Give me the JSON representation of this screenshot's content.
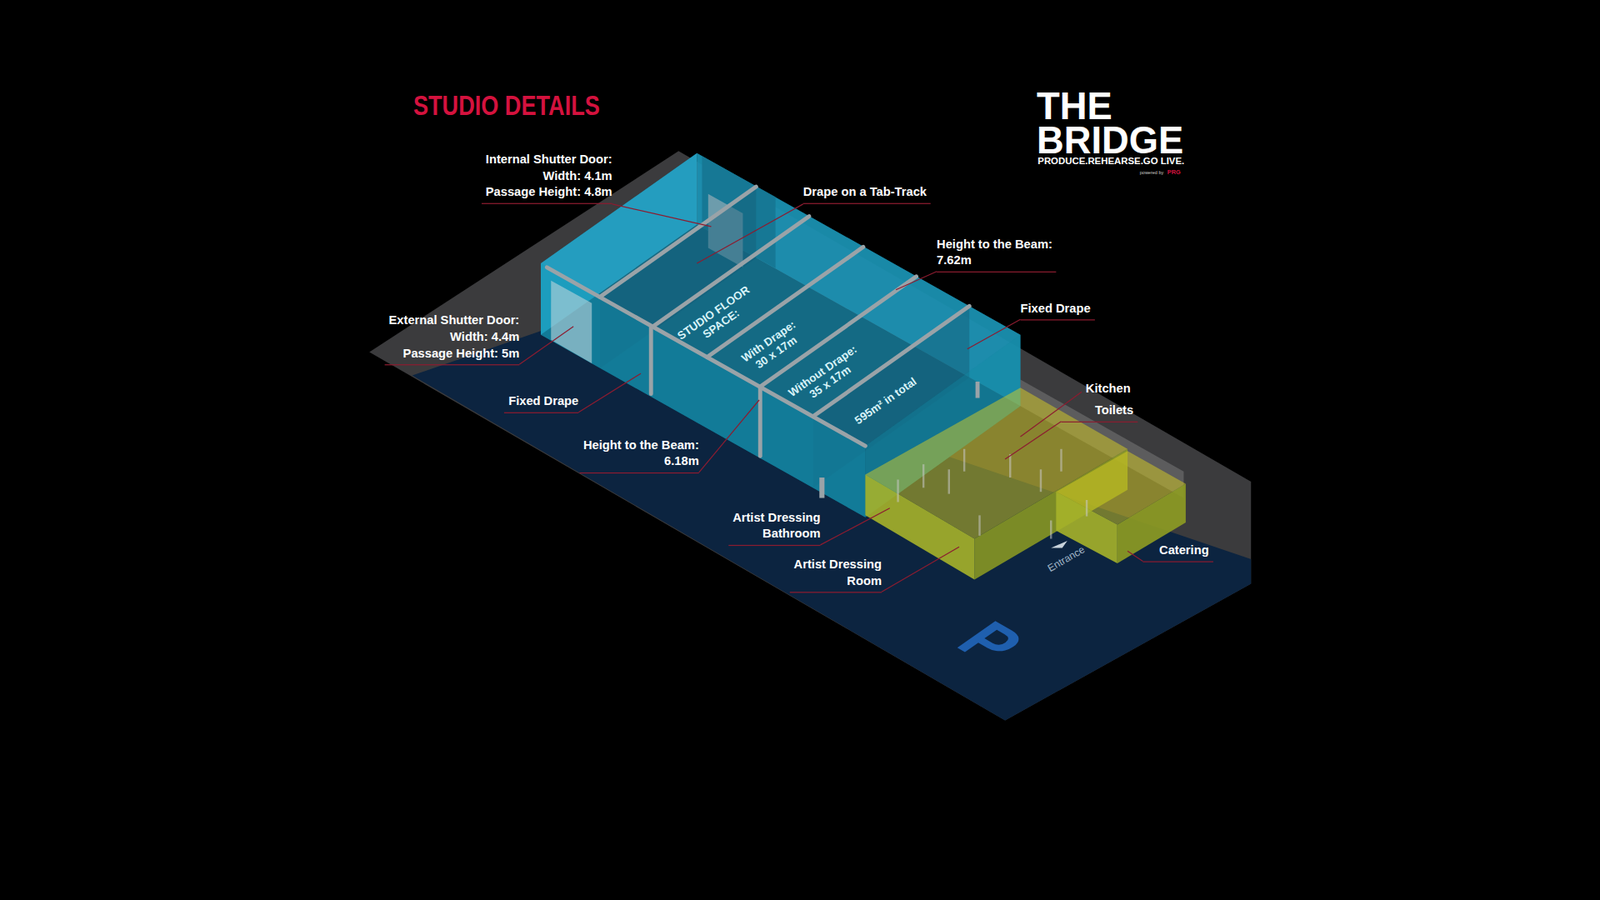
{
  "diagram": {
    "title": "STUDIO DETAILS",
    "labels": [
      "Internal Shutter Door:",
      "Width: 4.1m",
      "Passage Height: 4.8m",
      "Drape on a Tab-Track",
      "Height to the Beam:",
      "7.62m",
      "Fixed Drape",
      "External Shutter Door:",
      "Width: 4.4m",
      "Passage Height: 5m",
      "Fixed Drape",
      "Height to the Beam:",
      "6.18m",
      "Kitchen",
      "Toilets",
      "Artist Dressing",
      "Bathroom",
      "Artist Dressing",
      "Room",
      "Catering",
      "STUDIO FLOOR SPACE:",
      "With Drape:",
      "30 x 17m",
      "Without Drape:",
      "35 x 17m",
      "595m² in total",
      "Entrance",
      "P",
      "THE",
      "BRIDGE",
      "PRODUCE.REHEARSE.GO LIVE.",
      "powered by",
      "PRG"
    ]
  }
}
